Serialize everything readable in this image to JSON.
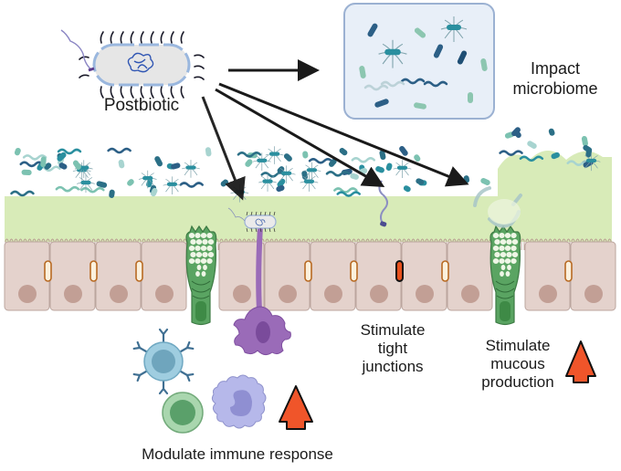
{
  "figure": {
    "title": "Postbiotic mechanisms of action",
    "source_label": "Postbiotic",
    "effects": [
      {
        "id": "microbiome",
        "lines": [
          "Impact",
          "microbiome"
        ]
      },
      {
        "id": "tight_junctions",
        "lines": [
          "Stimulate",
          "tight",
          "junctions"
        ]
      },
      {
        "id": "mucous",
        "lines": [
          "Stimulate",
          "mucous",
          "production"
        ]
      },
      {
        "id": "immune",
        "lines": [
          "Modulate immune response"
        ]
      }
    ],
    "increase_indicators": [
      {
        "target": "mucous",
        "direction": "up"
      },
      {
        "target": "immune",
        "direction": "up"
      }
    ],
    "colors": {
      "mucus": "#d8ebb8",
      "epithelium": "#e4d2cc",
      "nucleus": "#c29f95",
      "goblet_cell": "#4f9a56",
      "dendritic_cell": "#9a6bb8",
      "tight_junction": "#b86a22",
      "tight_junction_active": "#e8501c",
      "up_arrow": "#f0552a",
      "microbiome_box": "#e8eff8",
      "microbiome_border": "#9bb1d2"
    }
  }
}
